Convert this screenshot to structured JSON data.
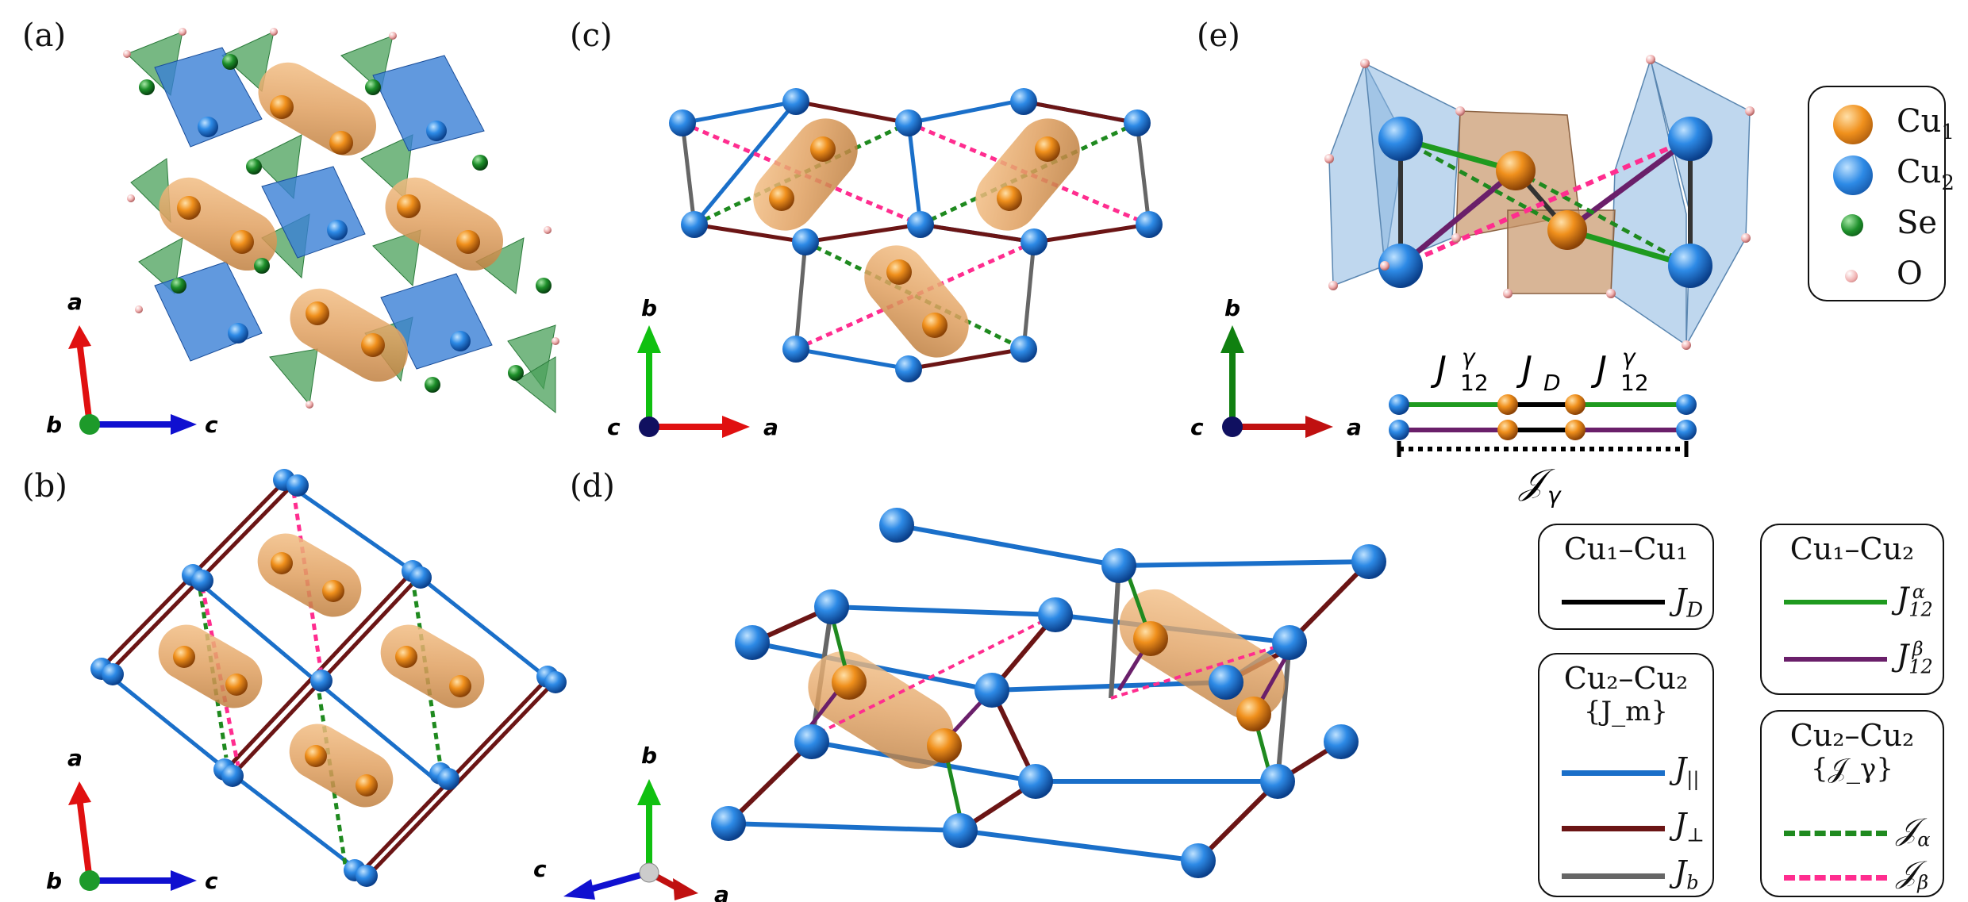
{
  "panels": {
    "a": "(a)",
    "b": "(b)",
    "c": "(c)",
    "d": "(d)",
    "e": "(e)"
  },
  "axes": {
    "a": "a",
    "b": "b",
    "c": "c"
  },
  "atom_legend": {
    "items": [
      {
        "label": "Cu",
        "sub": "1",
        "color": "#e88a1c"
      },
      {
        "label": "Cu",
        "sub": "2",
        "color": "#1e7de0"
      },
      {
        "label": "Se",
        "sub": "",
        "color": "#1d8f2a"
      },
      {
        "label": "O",
        "sub": "",
        "color": "#f0b0b0"
      }
    ]
  },
  "chain_labels": {
    "j12_left": "J",
    "j12_left_sub": "12",
    "j12_left_sup": "γ",
    "jd": "J",
    "jd_sub": "D",
    "j12_right": "J",
    "j12_right_sub": "12",
    "j12_right_sup": "γ",
    "chain": "𝒥",
    "chain_sub": "γ"
  },
  "legends": {
    "cu1cu1": {
      "title": "Cu₁–Cu₁",
      "rows": [
        {
          "label": "J",
          "sub": "D",
          "color": "#000000",
          "dash": false
        }
      ]
    },
    "cu1cu2": {
      "title": "Cu₁–Cu₂",
      "rows": [
        {
          "label": "J",
          "sub": "12",
          "sup": "α",
          "color": "#1f9a1f",
          "dash": false
        },
        {
          "label": "J",
          "sub": "12",
          "sup": "β",
          "color": "#6a1f6a",
          "dash": false
        }
      ]
    },
    "cu2cu2_m": {
      "title": "Cu₂–Cu₂",
      "subtitle": "{J_m}",
      "rows": [
        {
          "label": "J",
          "sub": "||",
          "color": "#1a6fc9",
          "dash": false
        },
        {
          "label": "J",
          "sub": "⊥",
          "color": "#6b1515",
          "dash": false
        },
        {
          "label": "J",
          "sub": "b",
          "color": "#666666",
          "dash": false
        }
      ]
    },
    "cu2cu2_g": {
      "title": "Cu₂–Cu₂",
      "subtitle": "{𝒥_γ}",
      "rows": [
        {
          "label": "𝒥",
          "sub": "α",
          "color": "#1f8a1f",
          "dash": true
        },
        {
          "label": "𝒥",
          "sub": "β",
          "color": "#ff2d8f",
          "dash": true
        }
      ]
    }
  },
  "colors": {
    "cu1": "#e88a1c",
    "cu2": "#1e7de0",
    "j_parallel": "#1a6fc9",
    "j_perp": "#6b1515",
    "j_b": "#666666",
    "j_alpha": "#1f8a1f",
    "j_beta": "#ff2d8f",
    "j12a": "#1f9a1f",
    "j12b": "#6a1f6a",
    "axis_a": "#e01010",
    "axis_b": "#10c010",
    "axis_c": "#1010d0"
  }
}
